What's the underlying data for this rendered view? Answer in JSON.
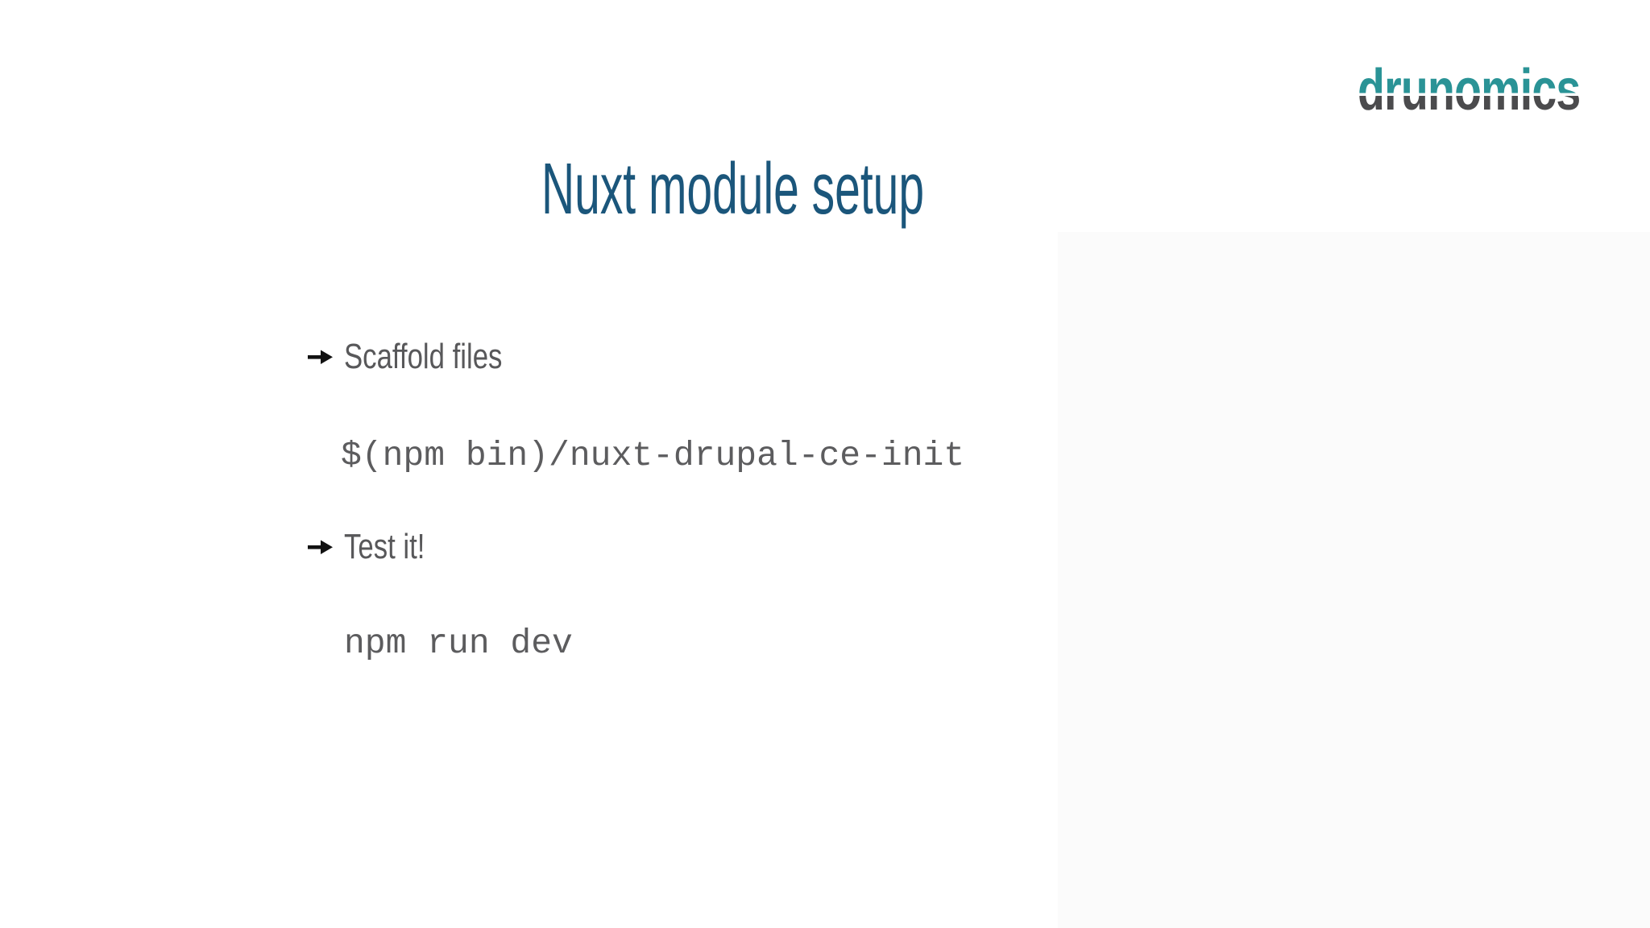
{
  "logo": {
    "text": "drunomics",
    "teal_color": "#2a9396",
    "gray_color": "#4b4b4d"
  },
  "slide": {
    "title": "Nuxt module setup",
    "title_color": "#1b567b",
    "background_color": "#ffffff",
    "ghost_panel_color": "#fbfbfb",
    "text_color": "#58585a",
    "code_color": "#5c5c5e",
    "bullet_icon": "arrow-right-icon",
    "bullets": [
      {
        "label": "Scaffold files",
        "code": "$(npm bin)/nuxt-drupal-ce-init"
      },
      {
        "label": "Test it!",
        "code": "npm run dev"
      }
    ]
  }
}
